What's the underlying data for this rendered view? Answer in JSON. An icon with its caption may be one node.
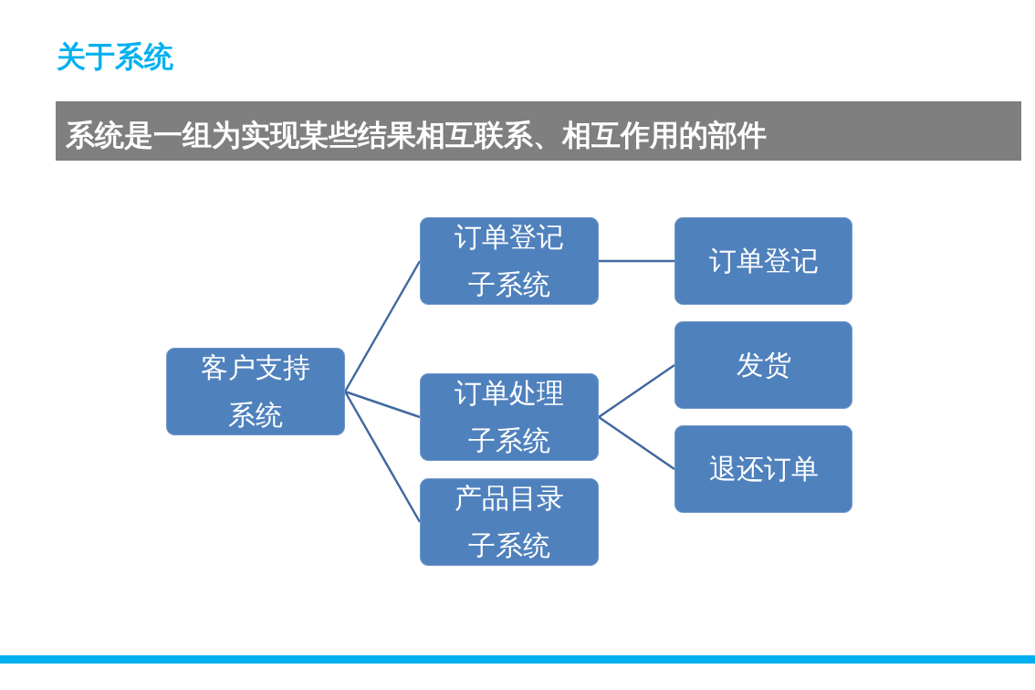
{
  "diagram": {
    "title": "关于系统",
    "nodes": [
      {
        "text": [
          "系统是一组为实现某些结果相互联系、相互作用的部件"
        ]
      },
      {
        "text": [
          "客户支持系统"
        ]
      },
      {
        "text": [
          "订单登记子系统"
        ]
      },
      {
        "text": [
          "订单处理子系统"
        ]
      },
      {
        "text": [
          "产品目录子系统"
        ]
      },
      {
        "text": [
          "订单登记"
        ]
      },
      {
        "text": [
          "发货"
        ]
      },
      {
        "text": [
          "退还订单"
        ]
      }
    ],
    "edges": [
      {
        "from": 1,
        "to": 2,
        "arrow": "none"
      },
      {
        "from": 1,
        "to": 3,
        "arrow": "none"
      },
      {
        "from": 1,
        "to": 4,
        "arrow": "none"
      },
      {
        "from": 2,
        "to": 5,
        "arrow": "none"
      },
      {
        "from": 3,
        "to": 6,
        "arrow": "none"
      },
      {
        "from": 3,
        "to": 7,
        "arrow": "none"
      }
    ]
  }
}
